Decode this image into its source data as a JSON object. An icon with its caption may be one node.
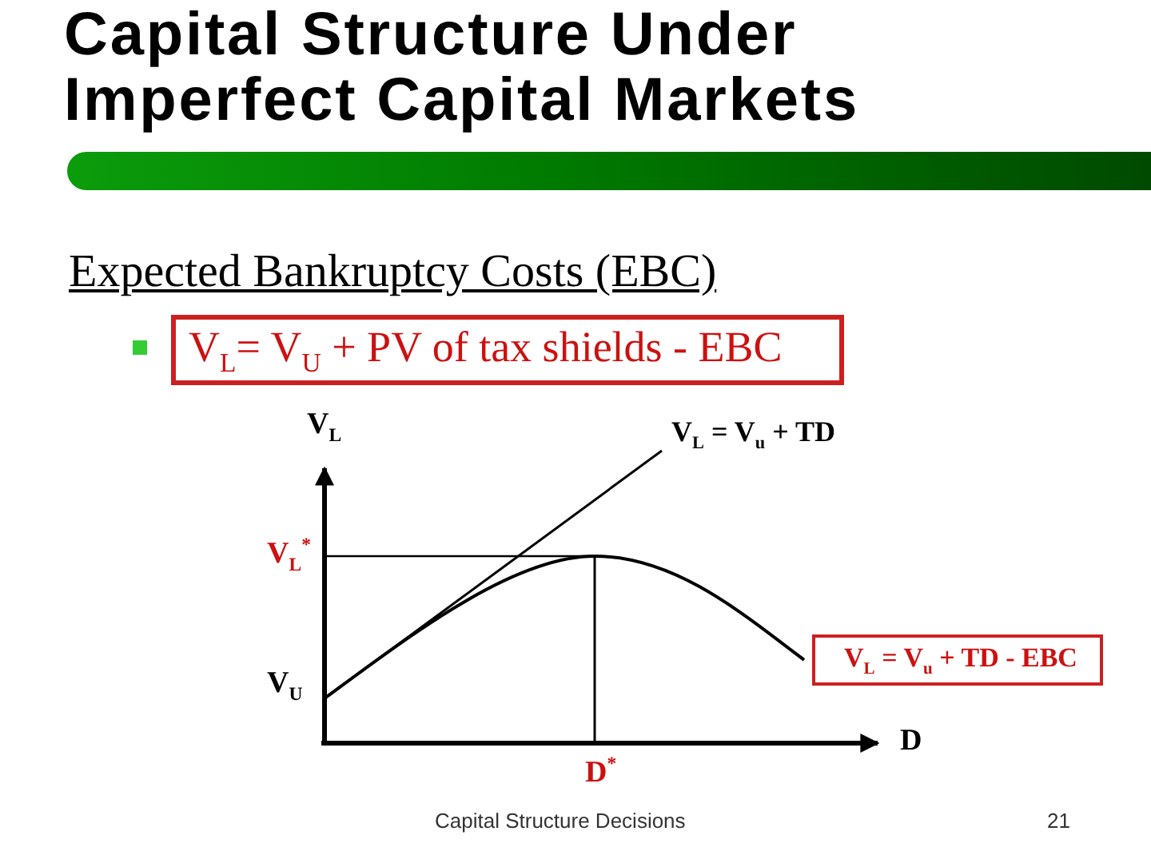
{
  "diagram": {
    "title": "Capital Structure Under Imperfect Capital Markets",
    "nodes": [
      {
        "text": [],
        "shape": "bar"
      },
      {
        "text": [
          "V$_{L}$= V$_{U}$ + PV of tax shields - EBC"
        ]
      },
      {
        "text": [
          "V$_{L}$ = V$_{u}$ + TD - EBC"
        ]
      }
    ],
    "labels": [
      "Expected Bankruptcy Costs (EBC)",
      "V$_{L}$",
      "V$_{L}$ = V$_{u}$ + TD",
      "V$_{L}$$^{*}$",
      "V$_{U}$",
      "D",
      "D$^{*}$",
      "Capital Structure Decisions",
      "21"
    ]
  }
}
